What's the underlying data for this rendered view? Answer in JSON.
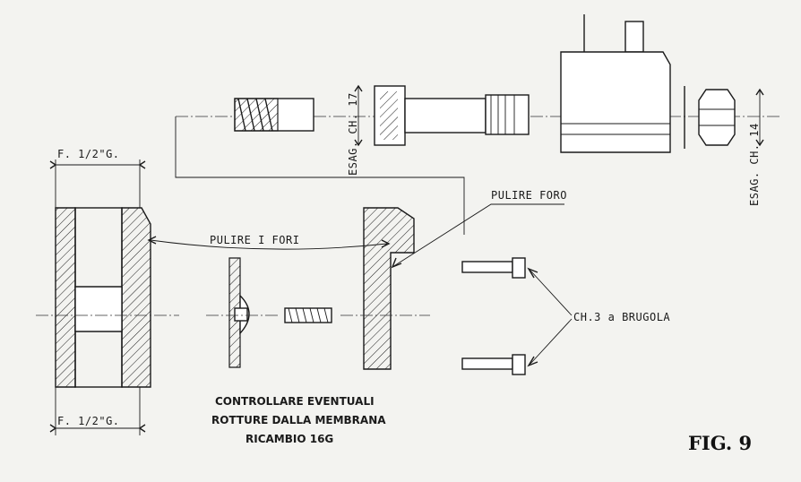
{
  "labels": {
    "thread_top": "F. 1/2\"G.",
    "thread_bottom": "F. 1/2\"G.",
    "hex17": "ESAG. CH. 17",
    "hex14": "ESAG. CH. 14",
    "clean_holes": "PULIRE I FORI",
    "clean_hole": "PULIRE FORO",
    "hex_key": "CH.3 a BRUGOLA",
    "note_line1": "CONTROLLARE EVENTUALI",
    "note_line2": "ROTTURE DALLA MEMBRANA",
    "note_line3": "RICAMBIO 16G",
    "figure": "FIG. 9"
  }
}
